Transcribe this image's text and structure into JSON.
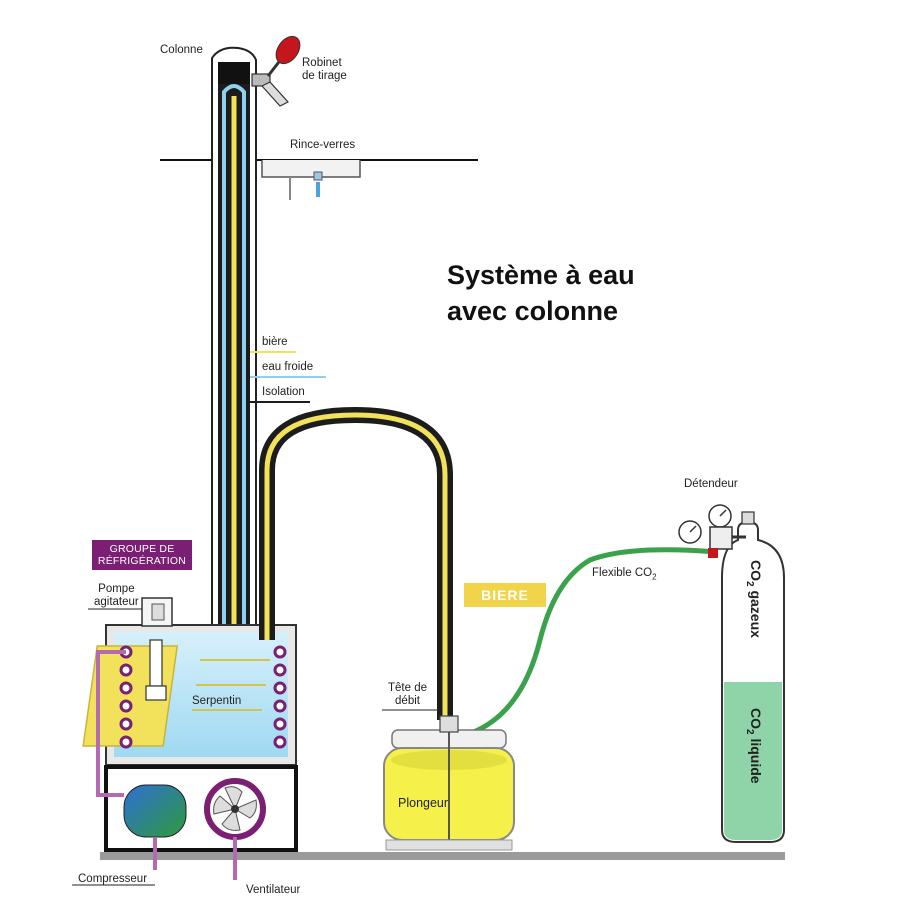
{
  "title": {
    "line1": "Système à eau",
    "line2": "avec colonne"
  },
  "labels": {
    "colonne": "Colonne",
    "robinet_line1": "Robinet",
    "robinet_line2": "de tirage",
    "rince_verres": "Rince-verres",
    "biere_line": "bière",
    "eau_froide": "eau froide",
    "isolation": "Isolation",
    "groupe_line1": "GROUPE DE",
    "groupe_line2": "RÉFRIGÉRATION",
    "pompe_line1": "Pompe",
    "pompe_line2": "agitateur",
    "serpentin": "Serpentin",
    "biere_badge": "BIERE",
    "tete_line1": "Tête de",
    "tete_line2": "débit",
    "plongeur": "Plongeur",
    "flexible": "Flexible CO",
    "flexible_sub": "2",
    "detendeur": "Détendeur",
    "co2_gazeux_pre": "CO",
    "co2_gazeux_sub": "2",
    "co2_gazeux_post": " gazeux",
    "co2_liquide_pre": "CO",
    "co2_liquide_sub": "2",
    "co2_liquide_post": " liquide",
    "compresseur": "Compresseur",
    "ventilateur": "Ventilateur"
  },
  "colors": {
    "beer_yellow": "#f2e15a",
    "cold_water_blue": "#8fd0ef",
    "insulation_dark": "#1c1c1c",
    "refrigeration_purple": "#7b1f74",
    "co2_green": "#3aa24a",
    "liquid_co2_green": "#8fd4a8",
    "keg_yellow": "#f5f14a"
  }
}
